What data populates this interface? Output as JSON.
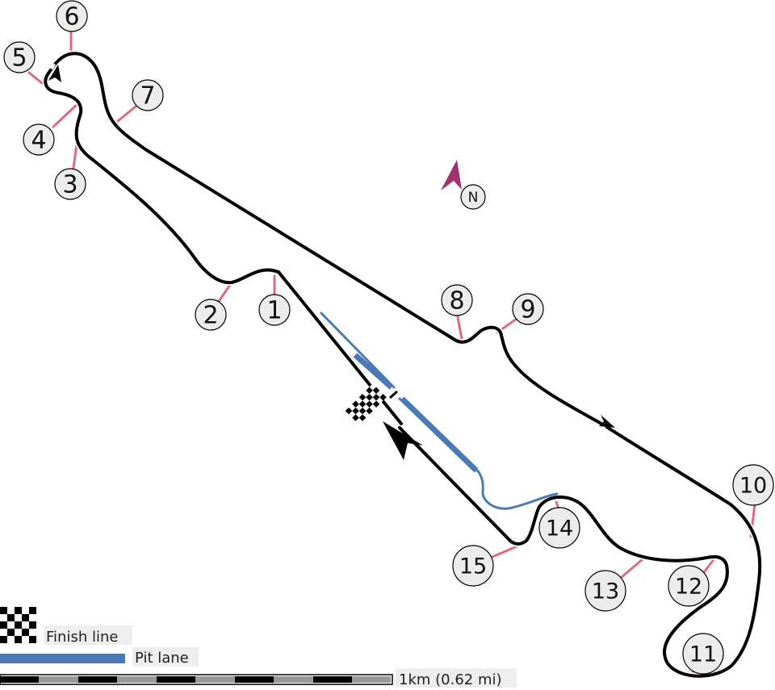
{
  "turns": [
    {
      "label": "1"
    },
    {
      "label": "2"
    },
    {
      "label": "3"
    },
    {
      "label": "4"
    },
    {
      "label": "5"
    },
    {
      "label": "6"
    },
    {
      "label": "7"
    },
    {
      "label": "8"
    },
    {
      "label": "9"
    },
    {
      "label": "10"
    },
    {
      "label": "11"
    },
    {
      "label": "12"
    },
    {
      "label": "13"
    },
    {
      "label": "14"
    },
    {
      "label": "15"
    }
  ],
  "north": {
    "label": "N"
  },
  "legend": {
    "finish_line": "Finish line",
    "pit_lane": "Pit lane"
  },
  "scale": {
    "label": "1km (0.62 mi)"
  },
  "colors": {
    "track": "#000000",
    "pit_lane": "#4a7ab5",
    "turn_marker": "#e06a7e",
    "north_arrow": "#a0306e",
    "turn_circle": "#ececec"
  }
}
